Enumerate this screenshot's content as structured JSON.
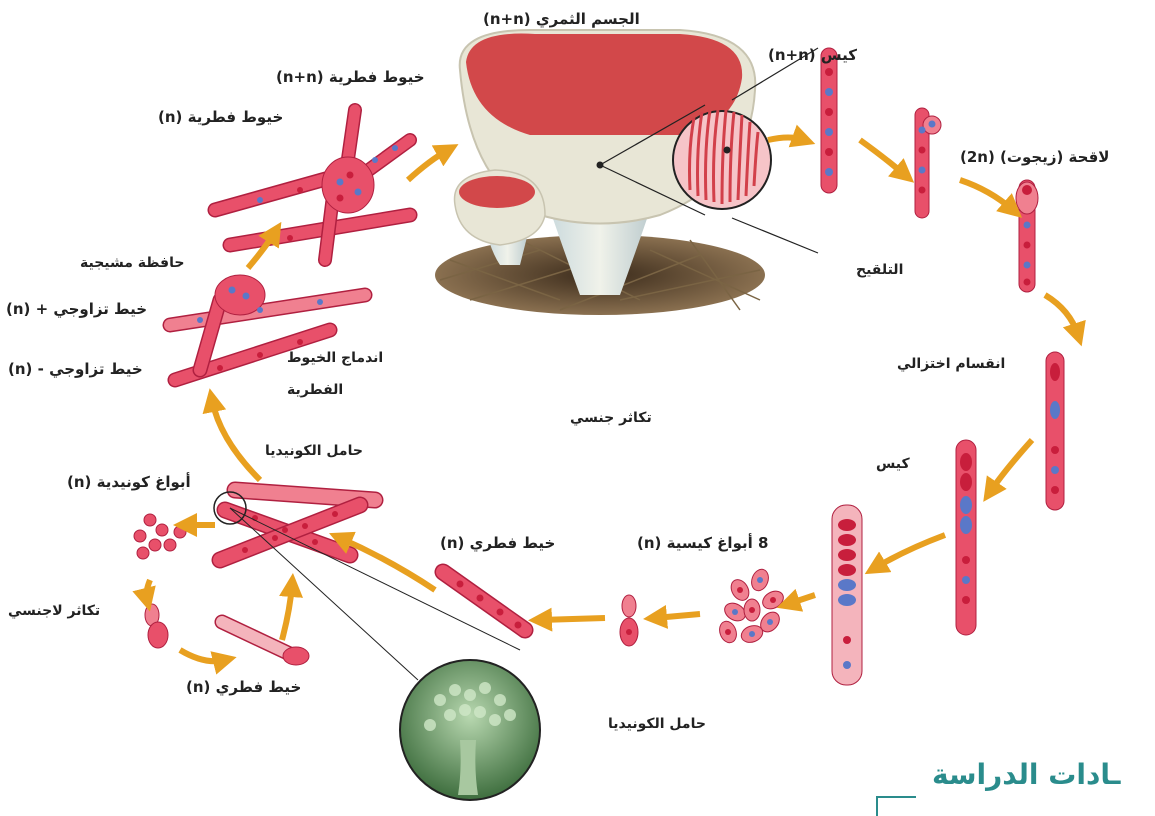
{
  "labels": {
    "fruiting_body": "الجسم الثمري (n+n)",
    "ascus_nn": "كيس (n+n)",
    "zygote": "لاقحة (زيجوت) (2n)",
    "fertilization": "التلقيح",
    "meiosis": "انقسام اختزالي",
    "ascus": "كيس",
    "ascospores": "8 أبواغ كيسية (n)",
    "hypha_n_bottom_mid": "خيط فطري (n)",
    "conidiophore_bottom": "حامل الكونيديا",
    "hypha_n_bottom_left": "خيط فطري (n)",
    "asexual": "تكاثر لاجنسي",
    "conidia": "أبواغ كونيدية (n)",
    "conidiophore_top": "حامل الكونيديا",
    "mating_minus": "خيط تزاوجي - (n)",
    "hyphae_fusion_1": "اندماج الخيوط",
    "hyphae_fusion_2": "الفطرية",
    "mating_plus": "خيط تزاوجي + (n)",
    "gametangium": "حافظة مشيجية",
    "hyphae_n": "خيوط فطرية (n)",
    "hyphae_nn": "خيوط فطرية (n+n)",
    "sexual": "تكاثر جنسي",
    "corner_heading": "ـادات الدراسة"
  },
  "colors": {
    "arrow": "#e8a020",
    "cell": "#e8506a",
    "cell_light": "#f2a0ae",
    "nucleus_red": "#c81e3c",
    "nucleus_blue": "#5a78c8",
    "cup_outer": "#e8e6d6",
    "cup_inner": "#d2484a",
    "soil": "#6a5238",
    "micrograph": "#7fb07a",
    "heading": "#2a8c8c"
  }
}
